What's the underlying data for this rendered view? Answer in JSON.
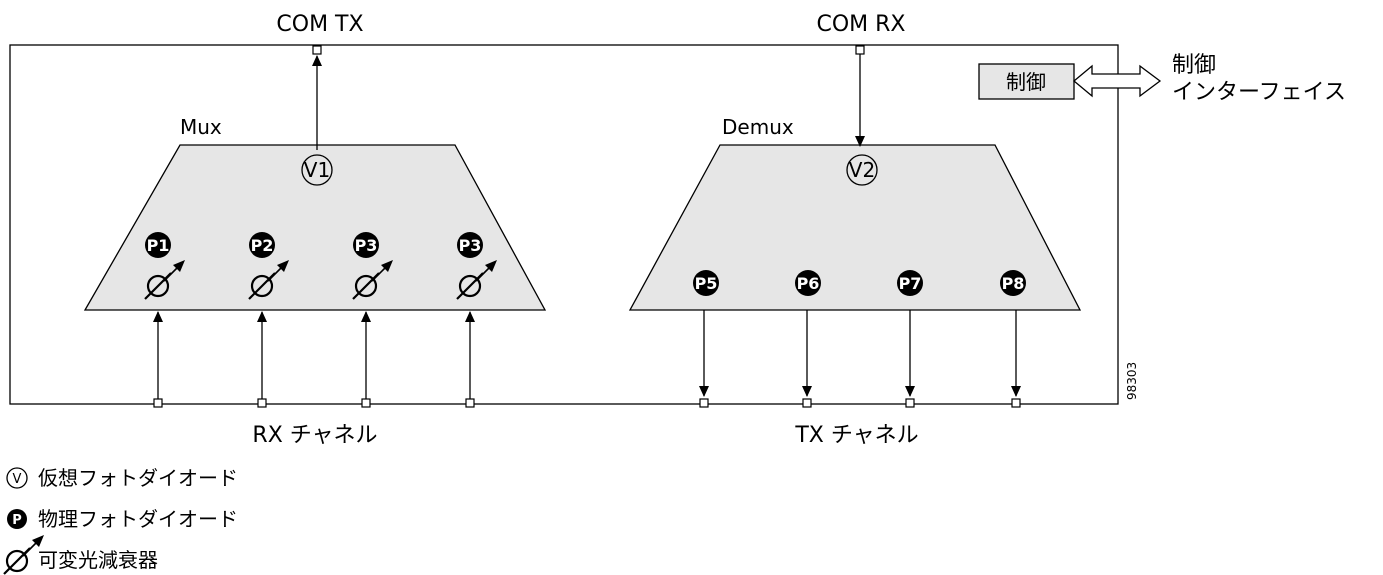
{
  "labels": {
    "com_tx": "COM TX",
    "com_rx": "COM RX",
    "mux": "Mux",
    "demux": "Demux",
    "control_box": "制御",
    "control_interface_line1": "制御",
    "control_interface_line2": "インターフェイス",
    "rx_channel": "RX チャネル",
    "tx_channel": "TX チャネル",
    "figure_number": "98303"
  },
  "virtual_photodiodes": [
    "V1",
    "V2"
  ],
  "mux_ports": [
    "P1",
    "P2",
    "P3",
    "P3"
  ],
  "demux_ports": [
    "P5",
    "P6",
    "P7",
    "P8"
  ],
  "legend": {
    "virtual_symbol": "V",
    "virtual_label": "仮想フォトダイオード",
    "physical_symbol": "P",
    "physical_label": "物理フォトダイオード",
    "voa_label": "可変光減衰器"
  },
  "colors": {
    "fill": "#e6e6e6",
    "ink": "#000000"
  }
}
